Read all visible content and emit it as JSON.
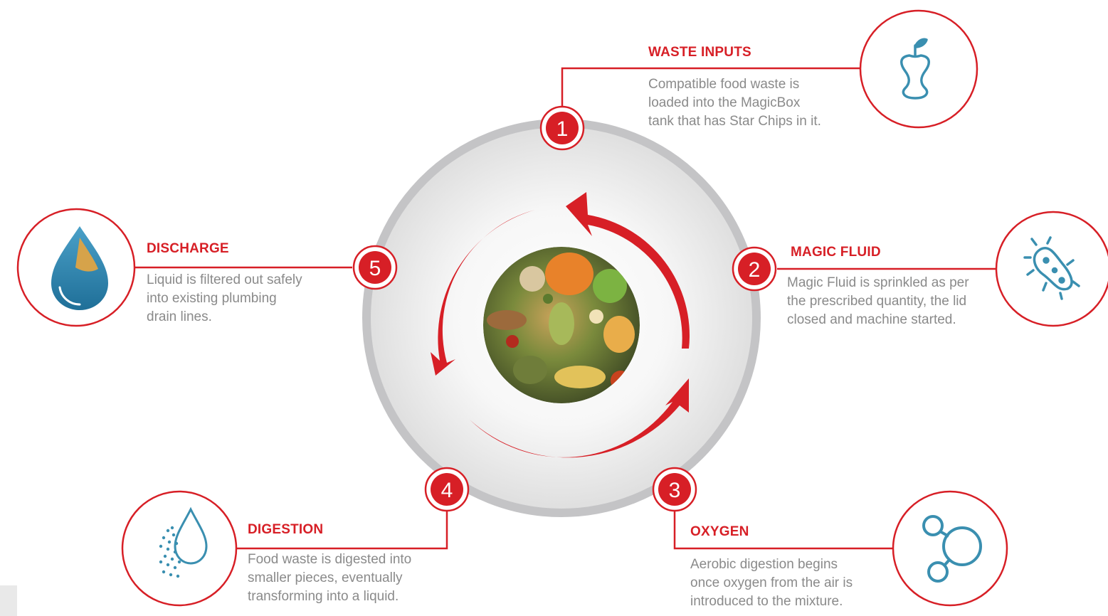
{
  "colors": {
    "accent": "#d71f26",
    "icon_teal": "#3a8fb0",
    "ring_grey": "#c4c4c6",
    "text_grey": "#8a8a8a"
  },
  "center_image": "food-waste-photo",
  "steps": [
    {
      "number": "1",
      "title": "WASTE INPUTS",
      "description": [
        "Compatible food waste is",
        "loaded into the MagicBox",
        "tank that has Star Chips in it."
      ],
      "icon": "apple-core-icon"
    },
    {
      "number": "2",
      "title": "MAGIC FLUID",
      "description": [
        "Magic Fluid is sprinkled as per",
        "the prescribed quantity, the lid",
        "closed and machine started."
      ],
      "icon": "microbe-icon"
    },
    {
      "number": "3",
      "title": "OXYGEN",
      "description": [
        "Aerobic digestion begins",
        "once oxygen from the air is",
        "introduced to the mixture."
      ],
      "icon": "molecule-icon"
    },
    {
      "number": "4",
      "title": "DIGESTION",
      "description": [
        "Food waste is digested into",
        "smaller pieces, eventually",
        "transforming into a liquid."
      ],
      "icon": "dissolving-drop-icon"
    },
    {
      "number": "5",
      "title": "DISCHARGE",
      "description": [
        "Liquid is filtered out safely",
        "into existing plumbing",
        "drain lines."
      ],
      "icon": "water-drop-icon"
    }
  ]
}
